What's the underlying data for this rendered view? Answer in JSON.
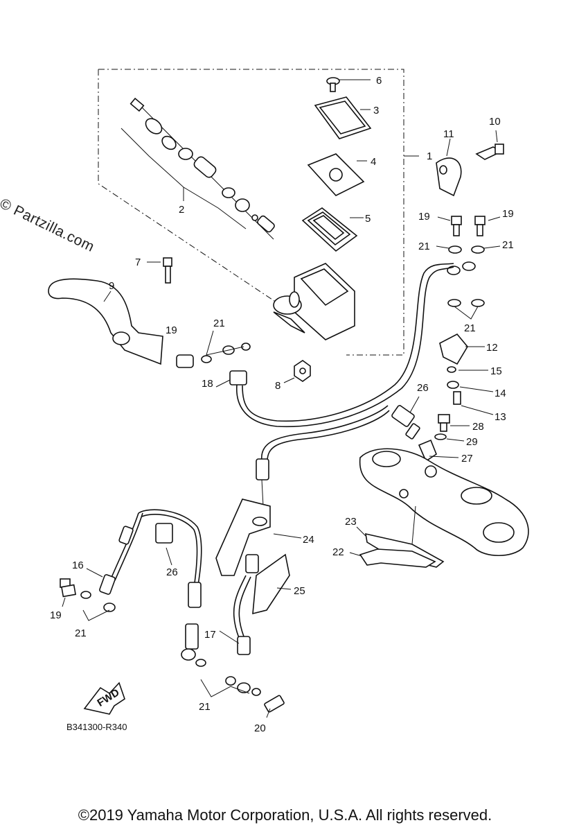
{
  "diagram": {
    "watermark": "© Partzilla.com",
    "reference_code": "B341300-R340",
    "copyright": "©2019 Yamaha Motor Corporation, U.S.A. All rights reserved.",
    "fwd_marker": "FWD",
    "callouts": {
      "c1": "1",
      "c2": "2",
      "c3": "3",
      "c4": "4",
      "c5": "5",
      "c6": "6",
      "c7": "7",
      "c8": "8",
      "c9": "9",
      "c10": "10",
      "c11": "11",
      "c12": "12",
      "c13": "13",
      "c14": "14",
      "c15": "15",
      "c16": "16",
      "c17": "17",
      "c18": "18",
      "c19a": "19",
      "c19b": "19",
      "c19c": "19",
      "c19d": "19",
      "c20": "20",
      "c21a": "21",
      "c21b": "21",
      "c21c": "21",
      "c21d": "21",
      "c21e": "21",
      "c21f": "21",
      "c22": "22",
      "c23": "23",
      "c24": "24",
      "c25": "25",
      "c26a": "26",
      "c26b": "26",
      "c27": "27",
      "c28": "28",
      "c29": "29"
    }
  }
}
